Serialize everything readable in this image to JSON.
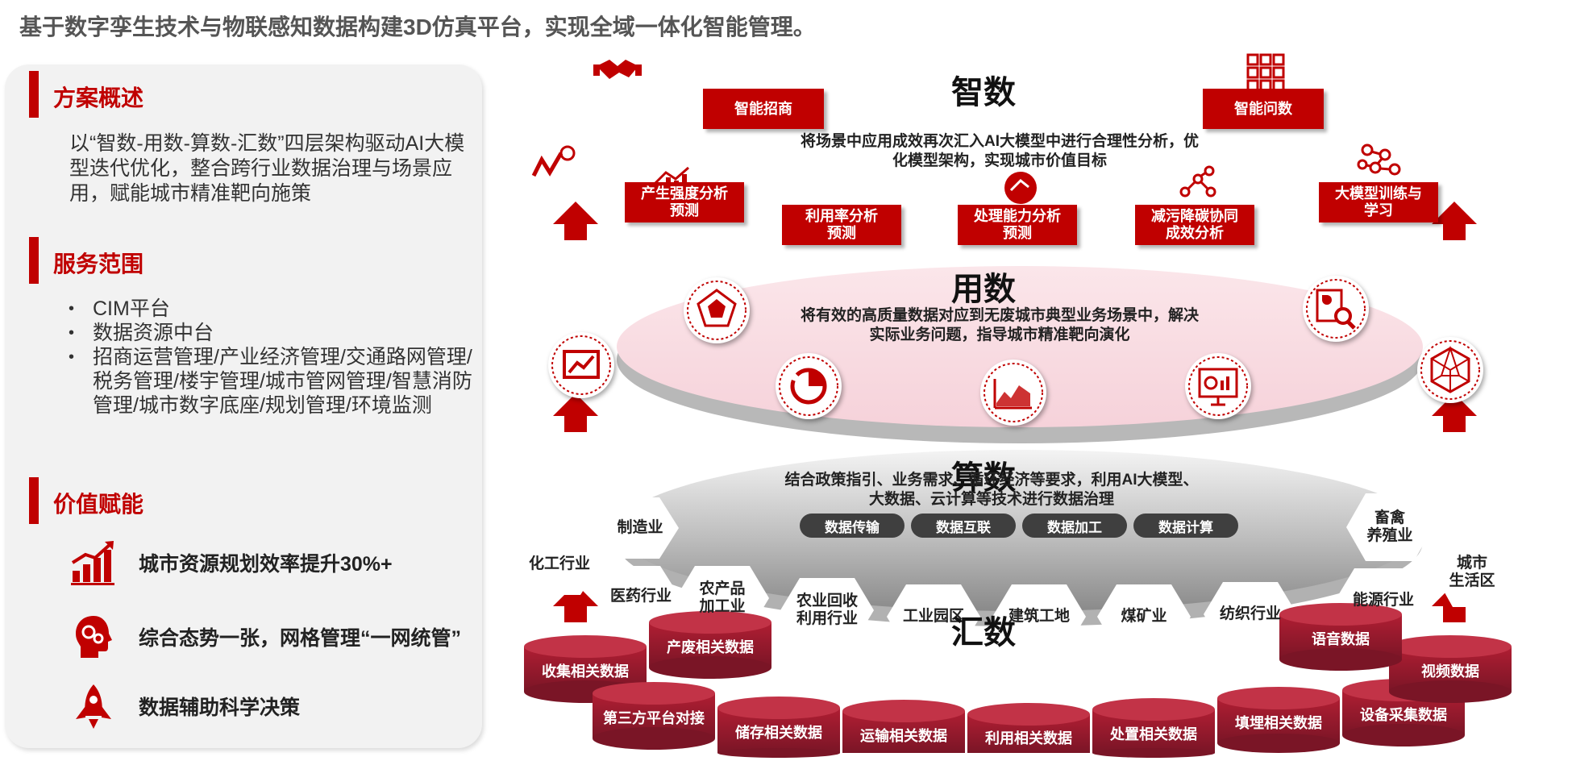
{
  "headline": "基于数字孪生技术与物联感知数据构建3D仿真平台，实现全域一体化智能管理。",
  "panel": {
    "overview": {
      "title": "方案概述",
      "text": "以“智数-用数-算数-汇数”四层架构驱动AI大模型迭代优化，整合跨行业数据治理与场景应用，赋能城市精准靶向施策"
    },
    "services": {
      "title": "服务范围",
      "items": [
        "CIM平台",
        "数据资源中台",
        "招商运营管理/产业经济管理/交通路网管理/税务管理/楼宇管理/城市管网管理/智慧消防管理/城市数字底座/规划管理/环境监测"
      ]
    },
    "value": {
      "title": "价值赋能",
      "items": [
        {
          "icon": "growth-chart-icon",
          "text": "城市资源规划效率提升30%+"
        },
        {
          "icon": "head-gears-icon",
          "text": "综合态势一张，网格管理“一网统管”"
        },
        {
          "icon": "rocket-icon",
          "text": "数据辅助科学决策"
        }
      ]
    }
  },
  "diagram": {
    "zhishu": {
      "title": "智数",
      "desc_line1": "将场景中应用成效再次汇入AI大模型中进行合理性分析，优",
      "desc_line2": "化模型架构，实现城市价值目标",
      "boxes": [
        {
          "line1": "智能招商",
          "line2": "",
          "icon": "handshake-icon"
        },
        {
          "line1": "智能问数",
          "line2": "",
          "icon": "grid-icon"
        },
        {
          "line1": "产生强度分析",
          "line2": "预测",
          "icon": "trend-icon"
        },
        {
          "line1": "利用率分析",
          "line2": "预测",
          "icon": "bar-chart-icon"
        },
        {
          "line1": "处理能力分析",
          "line2": "预测",
          "icon": "gauge-icon"
        },
        {
          "line1": "减污降碳协同",
          "line2": "成效分析",
          "icon": "network-icon"
        },
        {
          "line1": "大模型训练与",
          "line2": "学习",
          "icon": "molecule-icon"
        }
      ]
    },
    "yongshu": {
      "title": "用数",
      "desc_line1": "将有效的高质量数据对应到无废城市典型业务场景中，解决",
      "desc_line2": "实际业务问题，指导城市精准靶向演化",
      "icons": [
        "line-chart-icon",
        "radar-icon",
        "pie-chart-icon",
        "area-chart-icon",
        "presentation-icon",
        "report-search-icon",
        "polyhedron-icon"
      ]
    },
    "suanshu": {
      "title": "算数",
      "desc_line1": "结合政策指引、业务需求、循环经济等要求，利用AI大模型、",
      "desc_line2": "大数据、云计算等技术进行数据治理",
      "pills": [
        "数据传输",
        "数据互联",
        "数据加工",
        "数据计算"
      ],
      "hexes": [
        {
          "line1": "制造业",
          "line2": ""
        },
        {
          "line1": "化工行业",
          "line2": ""
        },
        {
          "line1": "医药行业",
          "line2": ""
        },
        {
          "line1": "农产品",
          "line2": "加工业"
        },
        {
          "line1": "农业回收",
          "line2": "利用行业"
        },
        {
          "line1": "工业园区",
          "line2": ""
        },
        {
          "line1": "建筑工地",
          "line2": ""
        },
        {
          "line1": "煤矿业",
          "line2": ""
        },
        {
          "line1": "纺织行业",
          "line2": ""
        },
        {
          "line1": "能源行业",
          "line2": ""
        },
        {
          "line1": "畜禽",
          "line2": "养殖业"
        },
        {
          "line1": "城市",
          "line2": "生活区"
        }
      ]
    },
    "huishu": {
      "title": "汇数",
      "cylinders": [
        "收集相关数据",
        "产废相关数据",
        "第三方平台对接",
        "储存相关数据",
        "运输相关数据",
        "利用相关数据",
        "处置相关数据",
        "填埋相关数据",
        "设备采集数据",
        "视频数据",
        "语音数据"
      ]
    },
    "colors": {
      "accent": "#c00000",
      "pink": "#f9dde3",
      "gray": "#a6a6a6",
      "dark_red": "#8b1a2a"
    }
  }
}
